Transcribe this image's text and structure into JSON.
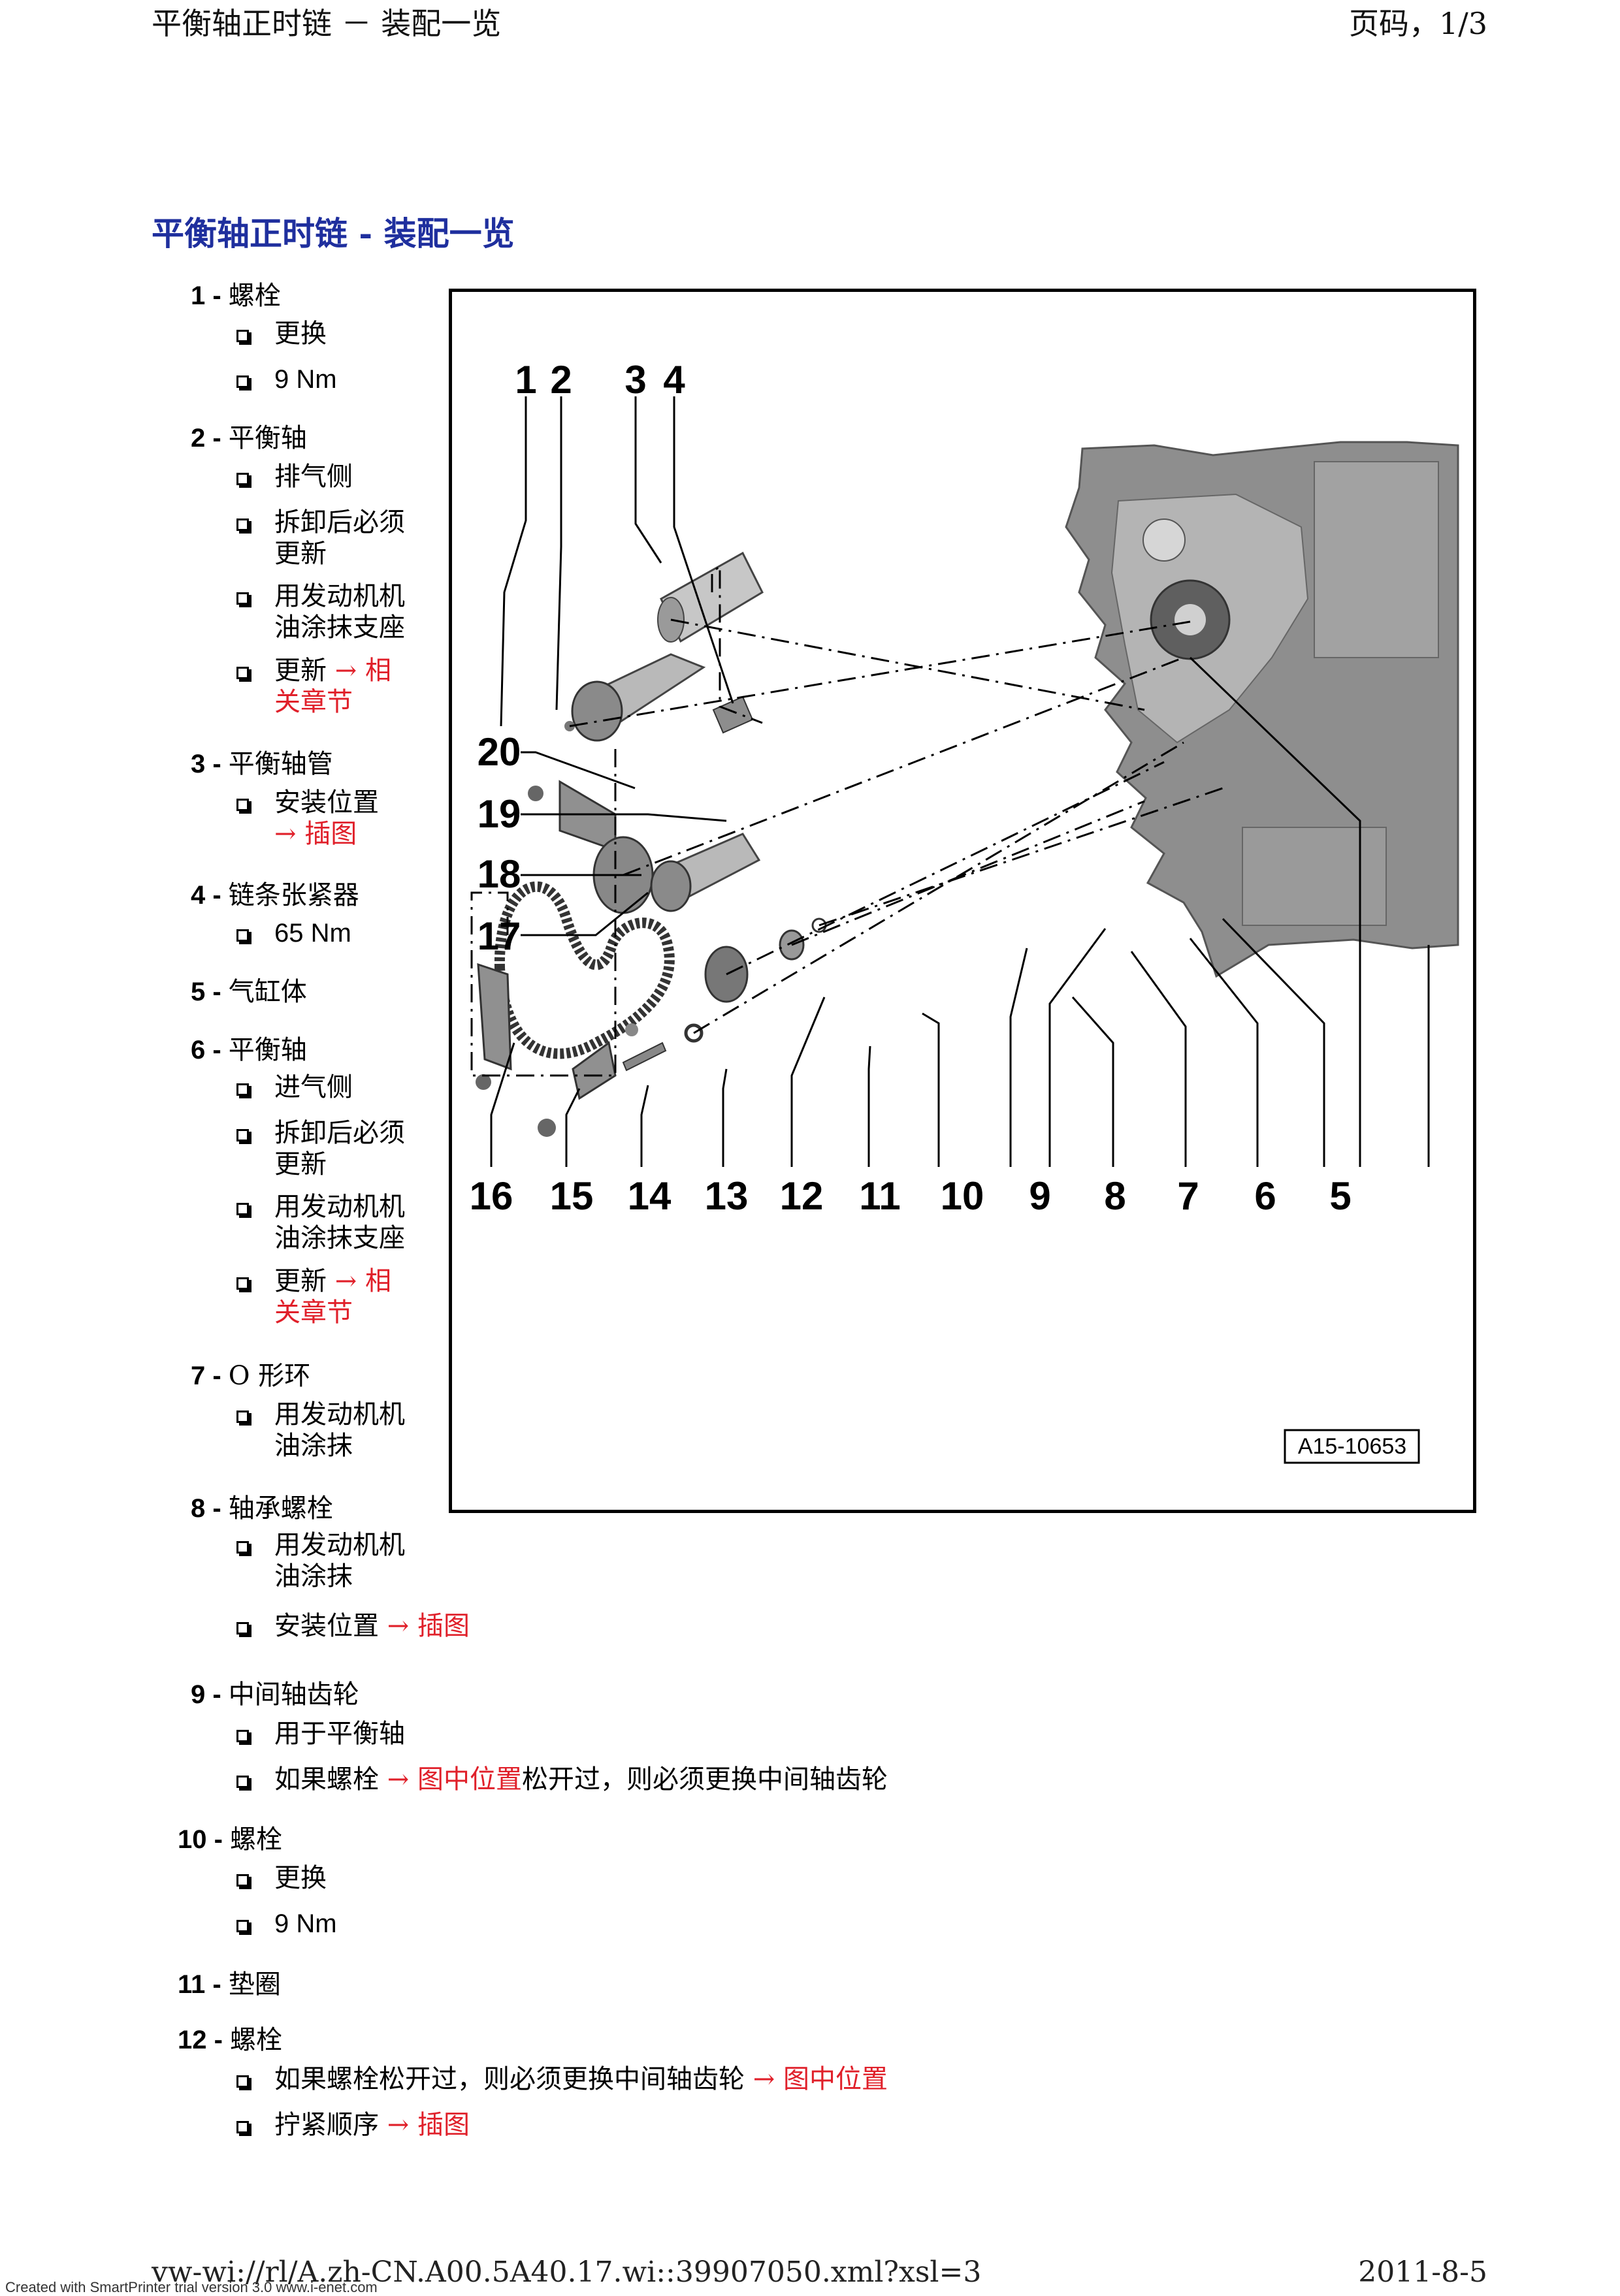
{
  "header": {
    "left": "平衡轴正时链 － 装配一览",
    "right": "页码，1/3"
  },
  "title": "平衡轴正时链 - 装配一览",
  "items": [
    {
      "num": "1",
      "label": "螺栓",
      "subs": [
        {
          "text": "更换"
        },
        {
          "text": "9 Nm"
        }
      ]
    },
    {
      "num": "2",
      "label": "平衡轴",
      "subs": [
        {
          "text": "排气侧"
        },
        {
          "text": "拆卸后必须",
          "text2": "更新"
        },
        {
          "text": "用发动机机",
          "text2": "油涂抹支座"
        },
        {
          "text": "更新 ",
          "link": "→ 相",
          "link2": "关章节"
        }
      ]
    },
    {
      "num": "3",
      "label": "平衡轴管",
      "subs": [
        {
          "text": "安装位置",
          "link2": "→ 插图"
        }
      ]
    },
    {
      "num": "4",
      "label": "链条张紧器",
      "subs": [
        {
          "text": "65 Nm"
        }
      ]
    },
    {
      "num": "5",
      "label": "气缸体",
      "subs": []
    },
    {
      "num": "6",
      "label": "平衡轴",
      "subs": [
        {
          "text": "进气侧"
        },
        {
          "text": "拆卸后必须",
          "text2": "更新"
        },
        {
          "text": "用发动机机",
          "text2": "油涂抹支座"
        },
        {
          "text": "更新 ",
          "link": "→ 相",
          "link2": "关章节"
        }
      ]
    },
    {
      "num": "7",
      "label": "O 形环",
      "subs": [
        {
          "text": "用发动机机",
          "text2": "油涂抹"
        }
      ]
    },
    {
      "num": "8",
      "label": "轴承螺栓",
      "subs": [
        {
          "text": "用发动机机",
          "text2": "油涂抹"
        },
        {
          "text": "安装位置 ",
          "link": "→ 插图"
        }
      ]
    },
    {
      "num": "9",
      "label": "中间轴齿轮",
      "subs": [
        {
          "text": "用于平衡轴"
        },
        {
          "text": "如果螺栓 ",
          "link": "→ 图中位置",
          "after": "松开过，则必须更换中间轴齿轮"
        }
      ]
    },
    {
      "num": "10",
      "label": "螺栓",
      "subs": [
        {
          "text": "更换"
        },
        {
          "text": "9 Nm"
        }
      ]
    },
    {
      "num": "11",
      "label": "垫圈",
      "subs": []
    },
    {
      "num": "12",
      "label": "螺栓",
      "subs": [
        {
          "text": "如果螺栓松开过，则必须更换中间轴齿轮 ",
          "link": "→ 图中位置"
        },
        {
          "text": "拧紧顺序 ",
          "link": "→ 插图"
        }
      ]
    }
  ],
  "figure": {
    "top_labels": [
      "1",
      "2",
      "3",
      "4"
    ],
    "left_labels": [
      "20",
      "19",
      "18",
      "17"
    ],
    "bottom_labels": [
      "16",
      "15",
      "14",
      "13",
      "12",
      "11",
      "10",
      "9",
      "8",
      "7",
      "6",
      "5"
    ],
    "code": "A15-10653"
  },
  "footer": {
    "url": "vw-wi://rl/A.zh-CN.A00.5A40.17.wi::39907050.xml?xsl=3",
    "date": "2011-8-5",
    "smartprinter": "Created with SmartPrinter trial version 3.0  www.i-enet.com"
  }
}
